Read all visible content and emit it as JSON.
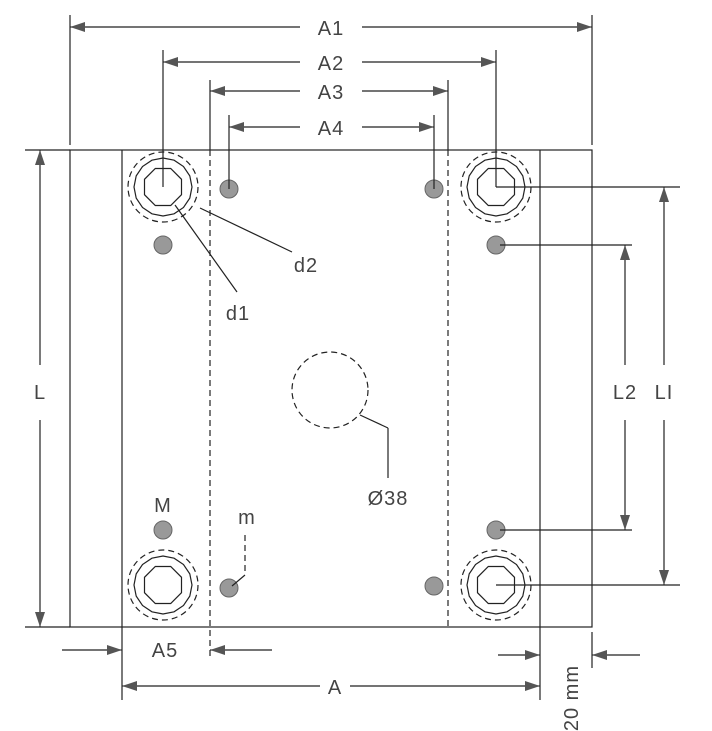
{
  "labels": {
    "A1": "A1",
    "A2": "A2",
    "A3": "A3",
    "A4": "A4",
    "A5": "A5",
    "A": "A",
    "L": "L",
    "L1": "LI",
    "L2": "L2",
    "d1": "d1",
    "d2": "d2",
    "M": "M",
    "m": "m",
    "center_hole": "Ø38",
    "edge": "20 mm"
  },
  "colors": {
    "line": "#222222",
    "text": "#444444",
    "dot": "#999999"
  }
}
